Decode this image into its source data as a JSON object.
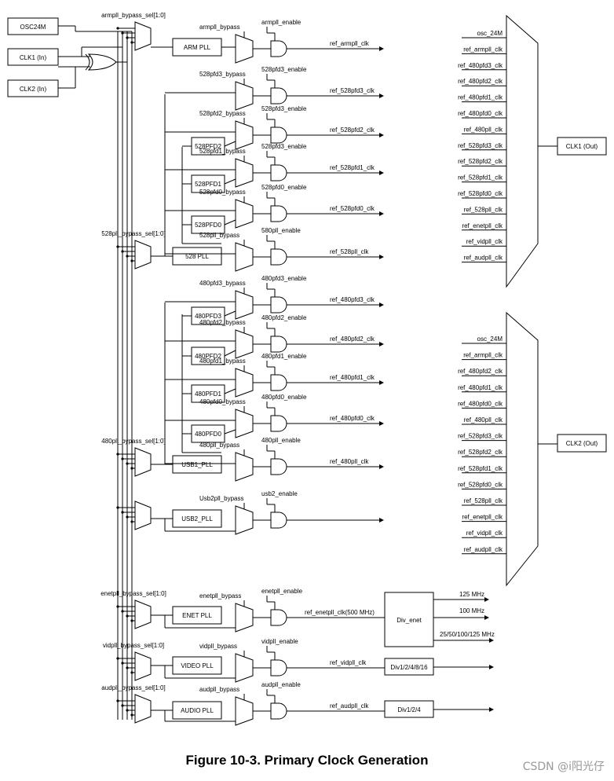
{
  "inputs": {
    "osc": "OSC24M",
    "clk1": "CLK1 (In)",
    "clk2": "CLK2 (In)"
  },
  "sel": {
    "arm": "armpll_bypass_sel[1:0]",
    "p528": "528pll_bypass_sel[1:0]",
    "p480": "480pll_bypass_sel[1:0]",
    "enet": "enetpll_bypass_sel[1:0]",
    "vid": "vidpll_bypass_sel[1:0]",
    "aud": "audpll_bypass_sel[1:0]"
  },
  "plls": {
    "arm": "ARM PLL",
    "p528": "528 PLL",
    "usb1": "USB1_PLL",
    "usb2": "USB2_PLL",
    "enet": "ENET PLL",
    "video": "VIDEO PLL",
    "audio": "AUDIO PLL"
  },
  "pfds": {
    "p528_2": "528PFD2",
    "p528_1": "528PFD1",
    "p528_0": "528PFD0",
    "p480_3": "480PFD3",
    "p480_2": "480PFD2",
    "p480_1": "480PFD1",
    "p480_0": "480PFD0"
  },
  "bypass": {
    "arm": "armpll_bypass",
    "p528_3": "528pfd3_bypass",
    "p528_2": "528pfd2_bypass",
    "p528_1": "528pfd1_bypass",
    "p528_0": "528pfd0_bypass",
    "p528": "528pll_bypass",
    "p480_3": "480pfd3_bypass",
    "p480_2": "480pfd2_bypass",
    "p480_1": "480pfd1_bypass",
    "p480_0": "480pfd0_bypass",
    "p480": "480pll_bypass",
    "usb2": "Usb2pll_bypass",
    "enet": "enetpll_bypass",
    "vid": "vidpll_bypass",
    "aud": "audpll_bypass"
  },
  "enable": {
    "arm": "armpll_enable",
    "p528_3": "528pfd3_enable",
    "p528_2": "528pfd3_enable",
    "p528_1": "528pfd3_enable",
    "p528_0": "528pfd0_enable",
    "p528": "580pll_enable",
    "p480_3": "480pfd3_enable",
    "p480_2": "480pfd2_enable",
    "p480_1": "480pfd1_enable",
    "p480_0": "480pfd0_enable",
    "p480": "480pll_enable",
    "usb2": "usb2_enable",
    "enet": "enetpll_enable",
    "vid": "vidpll_enable",
    "aud": "audpll_enable"
  },
  "refs": {
    "arm": "ref_armpll_clk",
    "p528_3": "ref_528pfd3_clk",
    "p528_2": "ref_528pfd2_clk",
    "p528_1": "ref_528pfd1_clk",
    "p528_0": "ref_528pfd0_clk",
    "p528": "ref_528pll_clk",
    "p480_3": "ref_480pfd3_clk",
    "p480_2": "ref_480pfd2_clk",
    "p480_1": "ref_480pfd1_clk",
    "p480_0": "ref_480pfd0_clk",
    "p480": "ref_480pll_clk",
    "enet": "ref_enetpll_clk(500 MHz)",
    "vid": "ref_vidpll_clk",
    "aud": "ref_audpll_clk"
  },
  "mux1_inputs": [
    "osc_24M",
    "ref_armpll_clk",
    "ref_480pfd3_clk",
    "ref_480pfd2_clk",
    "ref_480pfd1_clk",
    "ref_480pfd0_clk",
    "ref_480pll_clk",
    "ref_528pfd3_clk",
    "ref_528pfd2_clk",
    "ref_528pfd1_clk",
    "ref_528pfd0_clk",
    "ref_528pll_clk",
    "ref_enetpll_clk",
    "ref_vidpll_clk",
    "ref_audpll_clk"
  ],
  "mux2_inputs": [
    "osc_24M",
    "ref_armpll_clk",
    "ref_480pfd2_clk",
    "ref_480pfd1_clk",
    "ref_480pfd0_clk",
    "ref_480pll_clk",
    "ref_528pfd3_clk",
    "ref_528pfd2_clk",
    "ref_528pfd1_clk",
    "ref_528pfd0_clk",
    "ref_528pll_clk",
    "ref_enetpll_clk",
    "ref_vidpll_clk",
    "ref_audpll_clk"
  ],
  "clk_out": {
    "clk1": "CLK1 (Out)",
    "clk2": "CLK2 (Out)"
  },
  "dividers": {
    "enet": "Div_enet",
    "video": "Div1/2/4/8/16",
    "audio": "Div1/2/4"
  },
  "enet_out": {
    "f125": "125 MHz",
    "f100": "100 MHz",
    "fmulti": "25/50/100/125 MHz"
  },
  "caption": "Figure 10-3. Primary Clock Generation",
  "watermark": "CSDN @i阳光仔"
}
